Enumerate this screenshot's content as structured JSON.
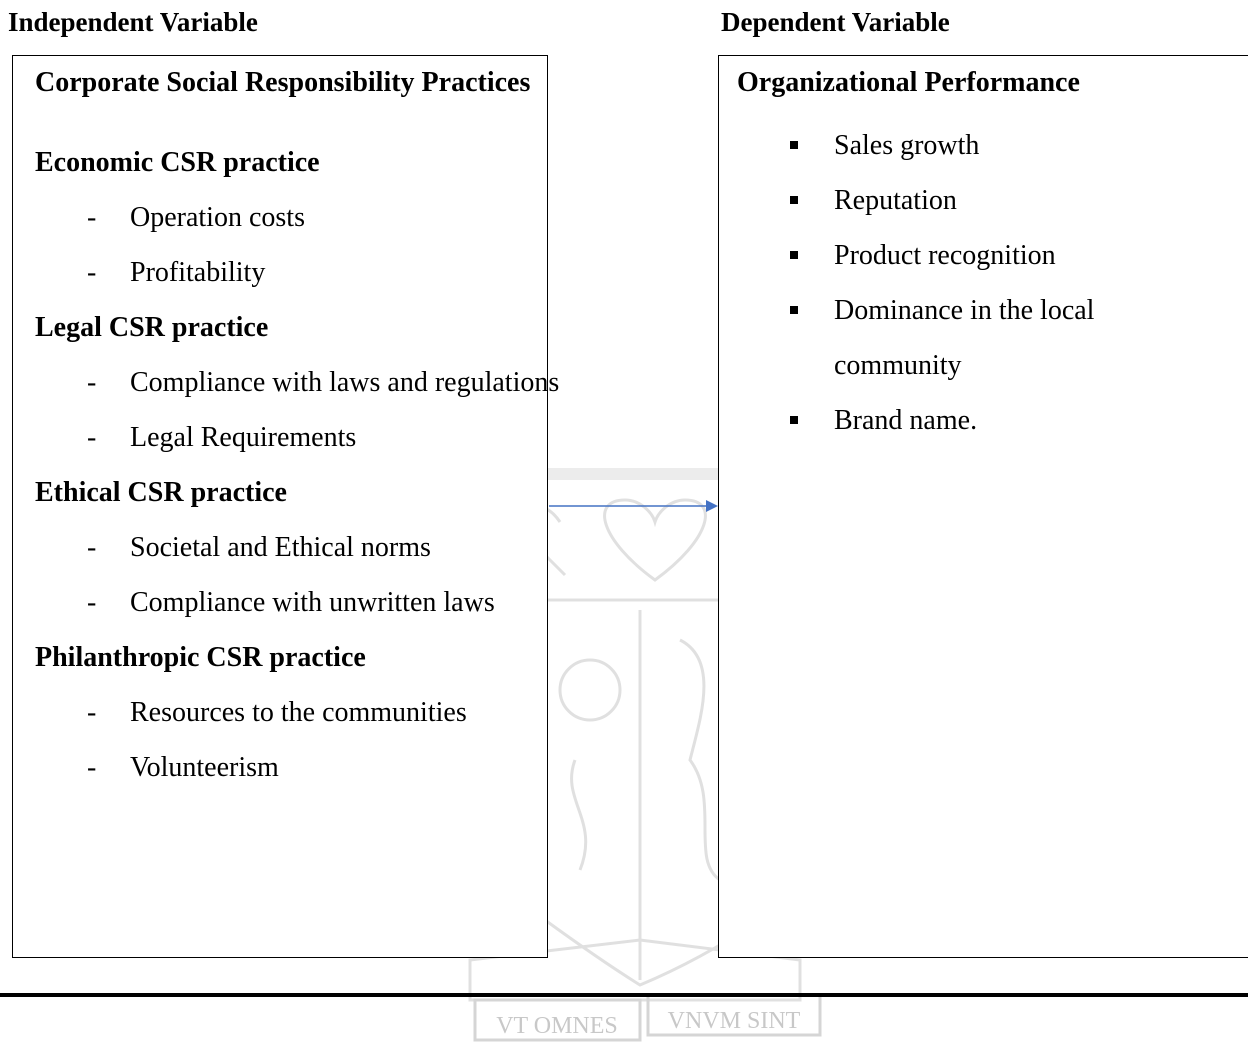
{
  "headings": {
    "independent": "Independent Variable",
    "dependent": "Dependent Variable"
  },
  "independent_box": {
    "title": "Corporate Social Responsibility Practices",
    "groups": [
      {
        "title": "Economic CSR practice",
        "items": [
          "Operation costs",
          "Profitability"
        ]
      },
      {
        "title": "Legal CSR practice",
        "items": [
          "Compliance with laws and regulations",
          "Legal Requirements"
        ]
      },
      {
        "title": "Ethical CSR practice",
        "items": [
          "Societal and Ethical norms",
          "Compliance with unwritten laws"
        ]
      },
      {
        "title": "Philanthropic CSR practice",
        "items": [
          "Resources to the communities",
          "Volunteerism"
        ]
      }
    ],
    "bullet": "-"
  },
  "dependent_box": {
    "title": "Organizational Performance",
    "items": [
      "Sales growth",
      "Reputation",
      "Product recognition",
      "Dominance in the local community",
      "Brand name."
    ]
  },
  "watermark": {
    "motto_left": "VT OMNES",
    "motto_right": "VNVM SINT"
  },
  "colors": {
    "arrow": "#4472c4",
    "watermark": "#e4e4e4"
  }
}
